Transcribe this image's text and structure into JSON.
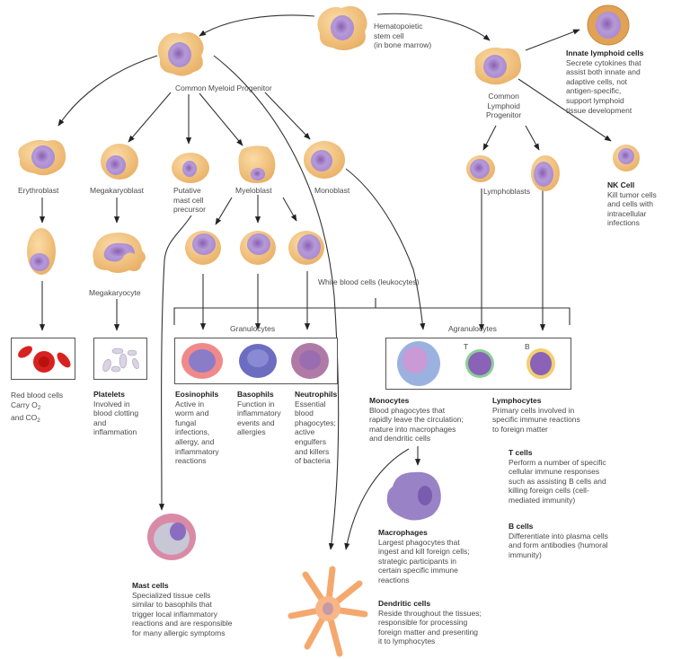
{
  "diagram": {
    "type": "cell-lineage-tree",
    "colors": {
      "progenitor_cytoplasm": "#f2c47f",
      "nucleus": "#9b7bc4",
      "line": "#333333",
      "red_blood_cell": "#d8221f",
      "t_cell_ring": "#7cc48f",
      "b_cell_ring": "#f0cf6a",
      "monocyte": "#8fa8d8",
      "macrophage": "#9a82c6",
      "dendritic": "#f7b07a",
      "mast_cell": "#d98aa6"
    },
    "stem_cell": {
      "title": "Hematopoietic",
      "line2": "stem cell",
      "line3": "(in bone marrow)"
    },
    "myeloid_progenitor": {
      "label": "Common Myeloid Progenitor"
    },
    "lymphoid_progenitor": {
      "line1": "Common",
      "line2": "Lymphoid",
      "line3": "Progenitor"
    },
    "innate_lymphoid": {
      "title": "Innate lymphoid cells",
      "text": "Secrete cytokines that\nassist both innate and\nadaptive cells, not\nantigen-specific,\nsupport lymphoid\ntissue development"
    },
    "nk_cell": {
      "title": "NK Cell",
      "text": "Kill tumor cells\nand cells with\nintracellular\ninfections"
    },
    "blasts": {
      "erythroblast": "Erythroblast",
      "megakaryoblast": "Megakaryoblast",
      "mast_precursor": "Putative\nmast cell\nprecursor",
      "myeloblast": "Myeloblast",
      "monoblast": "Monoblast",
      "lymphoblasts": "Lymphoblasts"
    },
    "megakaryocyte": "Megakaryocyte",
    "wbc_label": "White blood cells (leukocytes)",
    "granulocytes_label": "Granulocytes",
    "agranulocytes_label": "Agranulocytes",
    "t_marker": "T",
    "b_marker": "B",
    "rbc": {
      "line1": "Red blood cells",
      "line2a": "Carry O",
      "sub": "2",
      "line3a": "and CO",
      "sub2": "2"
    },
    "platelets": {
      "title": "Platelets",
      "text": "Involved in\nblood clotting\nand\ninflammation"
    },
    "eosinophils": {
      "title": "Eosinophils",
      "text": "Active in\nworm and\nfungal\ninfections,\nallergy, and\ninflammatory\nreactions"
    },
    "basophils": {
      "title": "Basophils",
      "text": "Function in\ninflammatory\nevents and\nallergies"
    },
    "neutrophils": {
      "title": "Neutrophils",
      "text": "Essential\nblood\nphagocytes;\nactive\nengulfers\nand killers\nof bacteria"
    },
    "monocytes": {
      "title": "Monocytes",
      "text": "Blood phagocytes that\nrapidly leave the circulation;\nmature into macrophages\nand dendritic cells"
    },
    "lymphocytes": {
      "title": "Lymphocytes",
      "text": "Primary cells involved in\nspecific immune reactions\nto foreign matter"
    },
    "t_cells": {
      "title": "T cells",
      "text": "Perform a number of specific\ncellular immune responses\nsuch as assisting B cells and\nkilling foreign cells (cell-\nmediated immunity)"
    },
    "b_cells": {
      "title": "B cells",
      "text": "Differentiate into plasma cells\nand form antibodies (humoral\nimmunity)"
    },
    "macrophages": {
      "title": "Macrophages",
      "text": "Largest phagocytes that\ningest and kill foreign cells;\nstrategic participants in\ncertain specific immune\nreactions"
    },
    "dendritic": {
      "title": "Dendritic cells",
      "text": "Reside throughout the tissues;\nresponsible for processing\nforeign matter and presenting\nit to lymphocytes"
    },
    "mast_cells": {
      "title": "Mast cells",
      "text": "Specialized tissue cells\nsimilar to basophils that\ntrigger local inflammatory\nreactions and are responsible\nfor many allergic symptoms"
    }
  }
}
